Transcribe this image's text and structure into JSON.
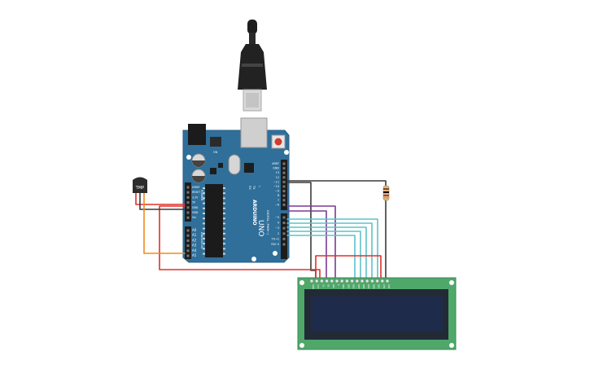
{
  "arduino": {
    "brand": "ARDUINO",
    "model": "UNO",
    "digital_label": "DIGITAL (PWM~)",
    "power_label": "POWER",
    "analog_label": "ANALOG IN",
    "tx_label": "TX",
    "rx_label": "RX",
    "l_label": "L",
    "on_label": "ON",
    "power_pins": [
      "IOREF",
      "RESET",
      "3.3V",
      "5V",
      "GND",
      "GND",
      "Vin"
    ],
    "analog_pins": [
      "A0",
      "A1",
      "A2",
      "A3",
      "A4",
      "A5"
    ],
    "digital_pins": [
      "AREF",
      "GND",
      "13",
      "12",
      "~11",
      "~10",
      "~9",
      "8",
      "7",
      "~6",
      "~5",
      "4",
      "~3",
      "2",
      "TX→1",
      "RX←0"
    ]
  },
  "sensor": {
    "label": "TMP"
  },
  "lcd": {
    "pin_labels": [
      "GND",
      "VCC",
      "V0",
      "RS",
      "RW",
      "E",
      "DB0",
      "DB1",
      "DB2",
      "DB3",
      "DB4",
      "DB5",
      "DB6",
      "DB7",
      "LED",
      "LED"
    ]
  },
  "colors": {
    "board": "#2f6f9a",
    "board_edge": "#285f86",
    "lcd_pcb": "#4fa86a",
    "lcd_screen": "#1f2b4a",
    "wire_red": "#e0302b",
    "wire_black": "#3a3a3a",
    "wire_purple": "#7b3a96",
    "wire_cyan": "#5fc2c7",
    "wire_orange": "#f08a1c"
  }
}
